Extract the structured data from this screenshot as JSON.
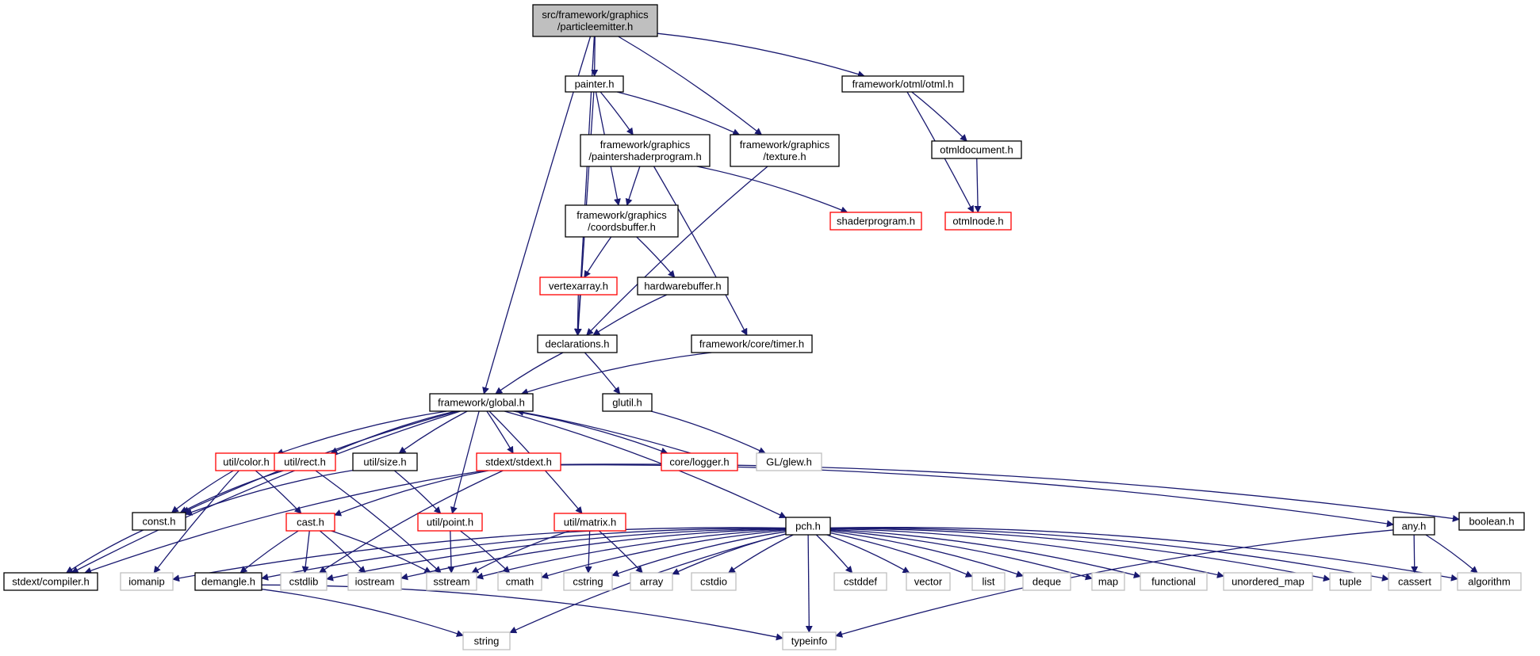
{
  "colors": {
    "edge": "#191970",
    "normal_border": "#000000",
    "linked_border": "#ff0000",
    "system_border": "#bfbfbf",
    "root_fill": "#bfbfbf"
  },
  "nodes": [
    {
      "id": "root",
      "lines": [
        "src/framework/graphics",
        "/particleemitter.h"
      ],
      "style": "root"
    },
    {
      "id": "painter",
      "lines": [
        "painter.h"
      ],
      "style": "normal"
    },
    {
      "id": "otml",
      "lines": [
        "framework/otml/otml.h"
      ],
      "style": "normal"
    },
    {
      "id": "paintershader",
      "lines": [
        "framework/graphics",
        "/paintershaderprogram.h"
      ],
      "style": "normal"
    },
    {
      "id": "texture",
      "lines": [
        "framework/graphics",
        "/texture.h"
      ],
      "style": "normal"
    },
    {
      "id": "otmldocument",
      "lines": [
        "otmldocument.h"
      ],
      "style": "normal"
    },
    {
      "id": "coordsbuffer",
      "lines": [
        "framework/graphics",
        "/coordsbuffer.h"
      ],
      "style": "normal"
    },
    {
      "id": "shaderprogram",
      "lines": [
        "shaderprogram.h"
      ],
      "style": "red"
    },
    {
      "id": "otmlnode",
      "lines": [
        "otmlnode.h"
      ],
      "style": "red"
    },
    {
      "id": "vertexarray",
      "lines": [
        "vertexarray.h"
      ],
      "style": "red"
    },
    {
      "id": "hardwarebuffer",
      "lines": [
        "hardwarebuffer.h"
      ],
      "style": "normal"
    },
    {
      "id": "declarations",
      "lines": [
        "declarations.h"
      ],
      "style": "normal"
    },
    {
      "id": "timer",
      "lines": [
        "framework/core/timer.h"
      ],
      "style": "normal"
    },
    {
      "id": "global",
      "lines": [
        "framework/global.h"
      ],
      "style": "normal"
    },
    {
      "id": "glutil",
      "lines": [
        "glutil.h"
      ],
      "style": "normal"
    },
    {
      "id": "glew",
      "lines": [
        "GL/glew.h"
      ],
      "style": "gray"
    },
    {
      "id": "color",
      "lines": [
        "util/color.h"
      ],
      "style": "red"
    },
    {
      "id": "rect",
      "lines": [
        "util/rect.h"
      ],
      "style": "red"
    },
    {
      "id": "size",
      "lines": [
        "util/size.h"
      ],
      "style": "normal"
    },
    {
      "id": "stdext",
      "lines": [
        "stdext/stdext.h"
      ],
      "style": "red"
    },
    {
      "id": "logger",
      "lines": [
        "core/logger.h"
      ],
      "style": "red"
    },
    {
      "id": "boolean",
      "lines": [
        "boolean.h"
      ],
      "style": "normal"
    },
    {
      "id": "const",
      "lines": [
        "const.h"
      ],
      "style": "normal"
    },
    {
      "id": "cast",
      "lines": [
        "cast.h"
      ],
      "style": "red"
    },
    {
      "id": "point",
      "lines": [
        "util/point.h"
      ],
      "style": "red"
    },
    {
      "id": "matrix",
      "lines": [
        "util/matrix.h"
      ],
      "style": "red"
    },
    {
      "id": "pch",
      "lines": [
        "pch.h"
      ],
      "style": "normal"
    },
    {
      "id": "any",
      "lines": [
        "any.h"
      ],
      "style": "normal"
    },
    {
      "id": "compiler",
      "lines": [
        "stdext/compiler.h"
      ],
      "style": "normal"
    },
    {
      "id": "iomanip",
      "lines": [
        "iomanip"
      ],
      "style": "gray"
    },
    {
      "id": "demangle",
      "lines": [
        "demangle.h"
      ],
      "style": "normal"
    },
    {
      "id": "cstdlib",
      "lines": [
        "cstdlib"
      ],
      "style": "gray"
    },
    {
      "id": "iostream",
      "lines": [
        "iostream"
      ],
      "style": "gray"
    },
    {
      "id": "sstream",
      "lines": [
        "sstream"
      ],
      "style": "gray"
    },
    {
      "id": "cmath",
      "lines": [
        "cmath"
      ],
      "style": "gray"
    },
    {
      "id": "cstring",
      "lines": [
        "cstring"
      ],
      "style": "gray"
    },
    {
      "id": "array",
      "lines": [
        "array"
      ],
      "style": "gray"
    },
    {
      "id": "cstdio",
      "lines": [
        "cstdio"
      ],
      "style": "gray"
    },
    {
      "id": "cstddef",
      "lines": [
        "cstddef"
      ],
      "style": "gray"
    },
    {
      "id": "vector",
      "lines": [
        "vector"
      ],
      "style": "gray"
    },
    {
      "id": "list",
      "lines": [
        "list"
      ],
      "style": "gray"
    },
    {
      "id": "deque",
      "lines": [
        "deque"
      ],
      "style": "gray"
    },
    {
      "id": "map",
      "lines": [
        "map"
      ],
      "style": "gray"
    },
    {
      "id": "functional",
      "lines": [
        "functional"
      ],
      "style": "gray"
    },
    {
      "id": "unordered_map",
      "lines": [
        "unordered_map"
      ],
      "style": "gray"
    },
    {
      "id": "tuple",
      "lines": [
        "tuple"
      ],
      "style": "gray"
    },
    {
      "id": "cassert",
      "lines": [
        "cassert"
      ],
      "style": "gray"
    },
    {
      "id": "algorithm",
      "lines": [
        "algorithm"
      ],
      "style": "gray"
    },
    {
      "id": "string",
      "lines": [
        "string"
      ],
      "style": "gray"
    },
    {
      "id": "typeinfo",
      "lines": [
        "typeinfo"
      ],
      "style": "gray"
    }
  ],
  "edges": [
    [
      "root",
      "painter"
    ],
    [
      "root",
      "texture"
    ],
    [
      "root",
      "otml"
    ],
    [
      "root",
      "declarations"
    ],
    [
      "root",
      "global"
    ],
    [
      "painter",
      "paintershader"
    ],
    [
      "painter",
      "texture"
    ],
    [
      "painter",
      "coordsbuffer"
    ],
    [
      "painter",
      "declarations"
    ],
    [
      "otml",
      "otmldocument"
    ],
    [
      "otml",
      "otmlnode"
    ],
    [
      "otmldocument",
      "otmlnode"
    ],
    [
      "paintershader",
      "coordsbuffer"
    ],
    [
      "paintershader",
      "shaderprogram"
    ],
    [
      "paintershader",
      "timer"
    ],
    [
      "texture",
      "declarations"
    ],
    [
      "coordsbuffer",
      "vertexarray"
    ],
    [
      "coordsbuffer",
      "hardwarebuffer"
    ],
    [
      "vertexarray",
      "declarations"
    ],
    [
      "hardwarebuffer",
      "declarations"
    ],
    [
      "declarations",
      "global"
    ],
    [
      "declarations",
      "glutil"
    ],
    [
      "timer",
      "global"
    ],
    [
      "glutil",
      "glew"
    ],
    [
      "global",
      "color"
    ],
    [
      "global",
      "rect"
    ],
    [
      "global",
      "size"
    ],
    [
      "global",
      "stdext"
    ],
    [
      "global",
      "logger"
    ],
    [
      "global",
      "point"
    ],
    [
      "global",
      "matrix"
    ],
    [
      "global",
      "pch"
    ],
    [
      "global",
      "const"
    ],
    [
      "global",
      "compiler"
    ],
    [
      "logger",
      "global"
    ],
    [
      "color",
      "const"
    ],
    [
      "color",
      "cast"
    ],
    [
      "color",
      "iomanip"
    ],
    [
      "rect",
      "const"
    ],
    [
      "rect",
      "sstream"
    ],
    [
      "size",
      "const"
    ],
    [
      "size",
      "point"
    ],
    [
      "stdext",
      "cast"
    ],
    [
      "stdext",
      "compiler"
    ],
    [
      "stdext",
      "any"
    ],
    [
      "stdext",
      "boolean"
    ],
    [
      "stdext",
      "cstdlib"
    ],
    [
      "const",
      "compiler"
    ],
    [
      "cast",
      "demangle"
    ],
    [
      "cast",
      "cstdlib"
    ],
    [
      "cast",
      "iostream"
    ],
    [
      "cast",
      "sstream"
    ],
    [
      "point",
      "sstream"
    ],
    [
      "point",
      "cmath"
    ],
    [
      "matrix",
      "sstream"
    ],
    [
      "matrix",
      "cstring"
    ],
    [
      "matrix",
      "array"
    ],
    [
      "pch",
      "iomanip"
    ],
    [
      "pch",
      "demangle"
    ],
    [
      "pch",
      "cstdlib"
    ],
    [
      "pch",
      "iostream"
    ],
    [
      "pch",
      "sstream"
    ],
    [
      "pch",
      "cmath"
    ],
    [
      "pch",
      "cstring"
    ],
    [
      "pch",
      "array"
    ],
    [
      "pch",
      "cstdio"
    ],
    [
      "pch",
      "cstddef"
    ],
    [
      "pch",
      "vector"
    ],
    [
      "pch",
      "list"
    ],
    [
      "pch",
      "deque"
    ],
    [
      "pch",
      "map"
    ],
    [
      "pch",
      "functional"
    ],
    [
      "pch",
      "unordered_map"
    ],
    [
      "pch",
      "tuple"
    ],
    [
      "pch",
      "cassert"
    ],
    [
      "pch",
      "algorithm"
    ],
    [
      "pch",
      "string"
    ],
    [
      "pch",
      "typeinfo"
    ],
    [
      "any",
      "cassert"
    ],
    [
      "any",
      "algorithm"
    ],
    [
      "any",
      "typeinfo"
    ],
    [
      "demangle",
      "string"
    ],
    [
      "demangle",
      "typeinfo"
    ]
  ]
}
